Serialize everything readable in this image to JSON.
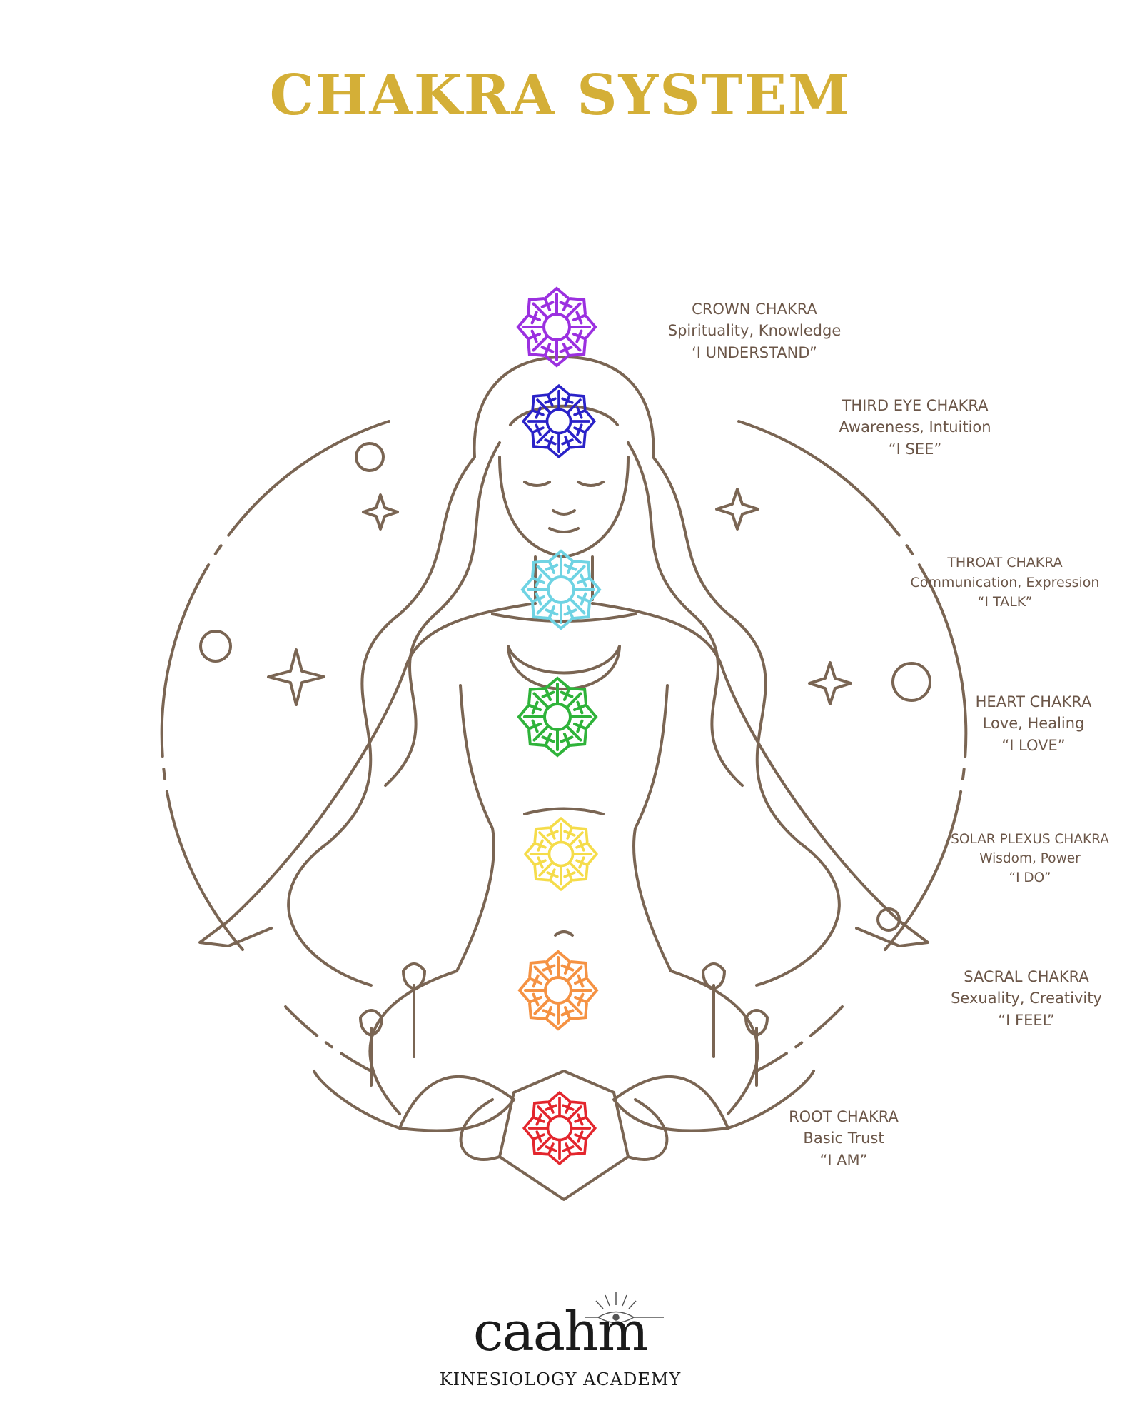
{
  "title": "CHAKRA SYSTEM",
  "colors": {
    "title": "#d4af37",
    "line": "#7a6553",
    "text": "#6b5648",
    "crown": "#9b30e0",
    "third_eye": "#2a22c8",
    "throat": "#6fd3e3",
    "heart": "#2fb33a",
    "solar_plexus": "#f5dc4a",
    "sacral": "#f59243",
    "root": "#e3262d"
  },
  "chakras": [
    {
      "id": "crown",
      "name": "CROWN CHAKRA",
      "qualities": "Spirituality, Knowledge",
      "affirmation": "‘I UNDERSTAND”"
    },
    {
      "id": "third_eye",
      "name": "THIRD EYE CHAKRA",
      "qualities": "Awareness, Intuition",
      "affirmation": "“I SEE”"
    },
    {
      "id": "throat",
      "name": "THROAT CHAKRA",
      "qualities": "Communication, Expression",
      "affirmation": "“I TALK”"
    },
    {
      "id": "heart",
      "name": "HEART CHAKRA",
      "qualities": "Love, Healing",
      "affirmation": "“I LOVE”"
    },
    {
      "id": "solar_plexus",
      "name": "SOLAR PLEXUS CHAKRA",
      "qualities": "Wisdom, Power",
      "affirmation": "“I DO”"
    },
    {
      "id": "sacral",
      "name": "SACRAL CHAKRA",
      "qualities": "Sexuality, Creativity",
      "affirmation": "“I FEEL”"
    },
    {
      "id": "root",
      "name": "ROOT CHAKRA",
      "qualities": "Basic Trust",
      "affirmation": "“I AM”"
    }
  ],
  "brand": {
    "name": "caahm",
    "subtitle": "KINESIOLOGY ACADEMY"
  }
}
